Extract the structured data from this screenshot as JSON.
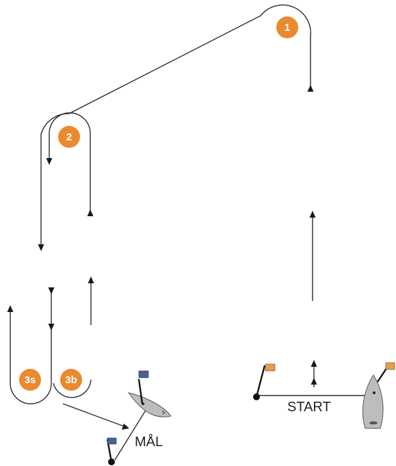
{
  "marks": {
    "mark_1": {
      "label": "1"
    },
    "mark_2": {
      "label": "2"
    },
    "mark_3s": {
      "label": "3s"
    },
    "mark_3b": {
      "label": "3b"
    }
  },
  "start_line": {
    "label": "START"
  },
  "finish_line": {
    "label": "MÅL"
  },
  "colors": {
    "mark_fill": "#e98a2f",
    "start_flag": "#ee9a46",
    "finish_flag": "#4a5f9c",
    "course_line": "#2a2a2a"
  },
  "icons": {
    "start_flag": "orange-flag-icon",
    "finish_flag": "blue-flag-icon",
    "committee_boat": "boat-icon"
  }
}
